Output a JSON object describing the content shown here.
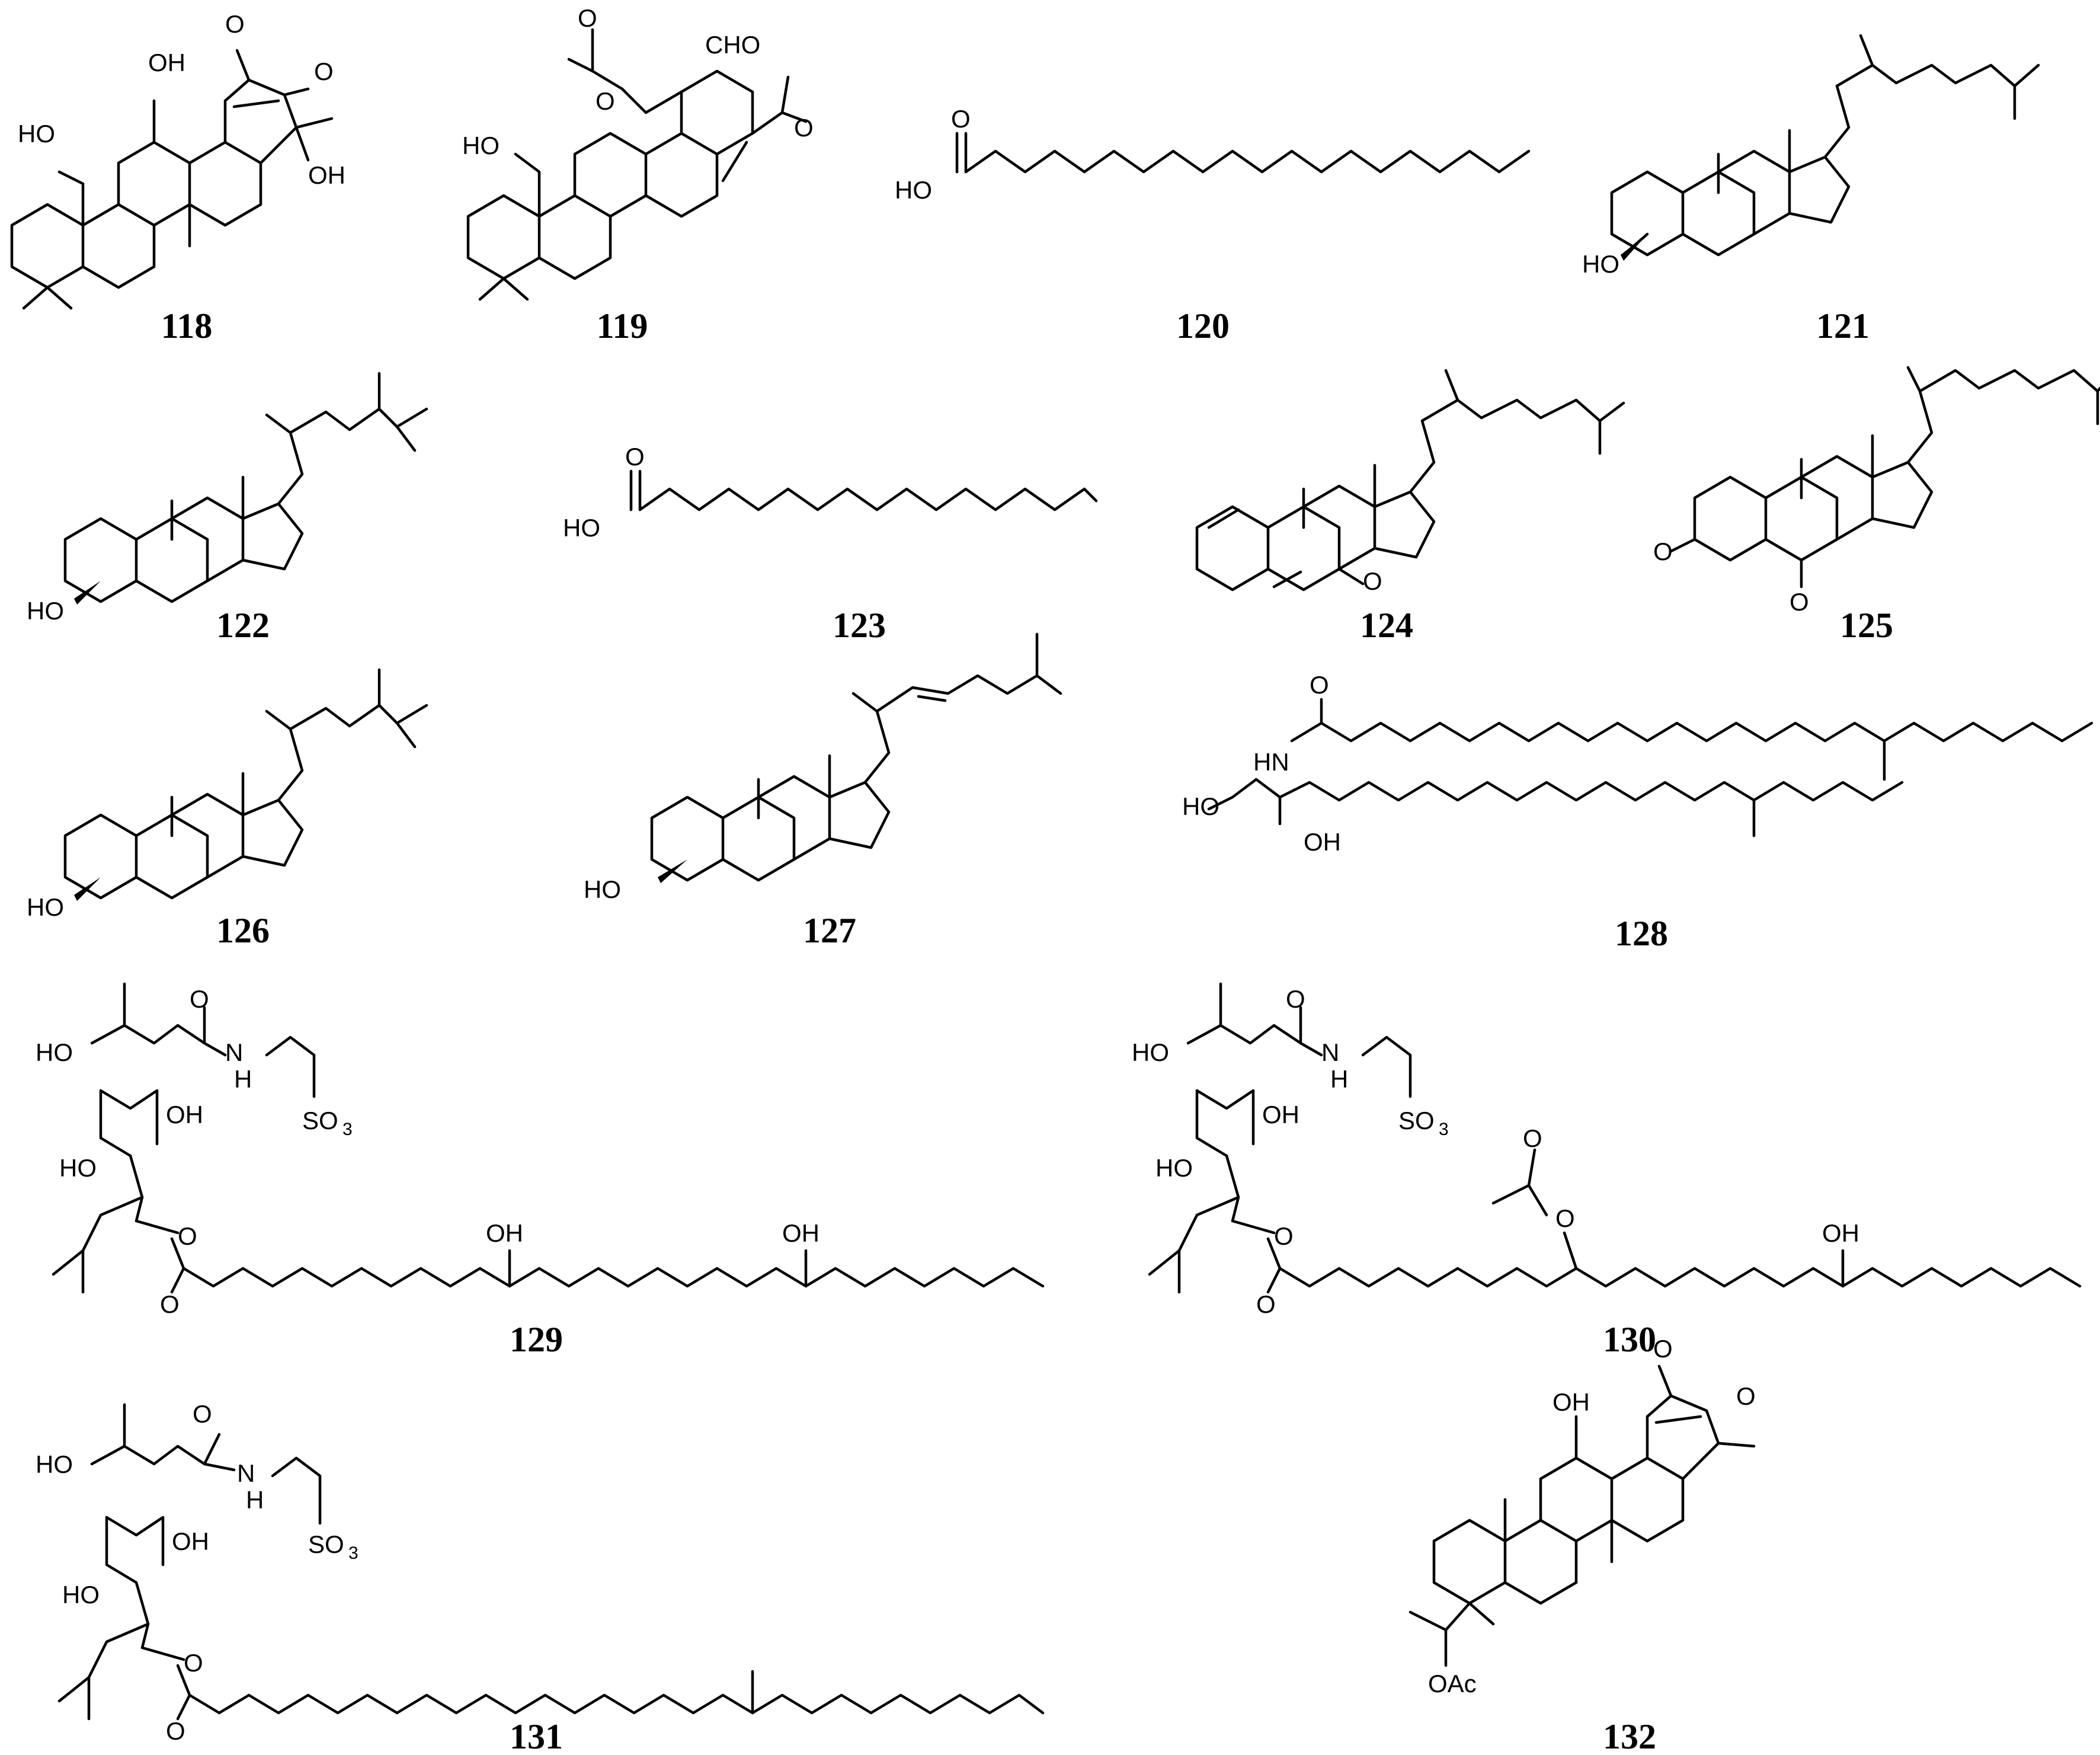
{
  "figure": {
    "compounds": [
      {
        "id": "118",
        "label": "118",
        "atoms": [
          "OH",
          "HO",
          "O",
          "O",
          "OH"
        ]
      },
      {
        "id": "119",
        "label": "119",
        "atoms": [
          "O",
          "O",
          "CHO",
          "HO",
          "O"
        ]
      },
      {
        "id": "120",
        "label": "120",
        "atoms": [
          "O",
          "HO"
        ]
      },
      {
        "id": "121",
        "label": "121",
        "atoms": [
          "HO"
        ]
      },
      {
        "id": "122",
        "label": "122",
        "atoms": [
          "HO"
        ]
      },
      {
        "id": "123",
        "label": "123",
        "atoms": [
          "O",
          "HO"
        ]
      },
      {
        "id": "124",
        "label": "124",
        "atoms": [
          "O"
        ]
      },
      {
        "id": "125",
        "label": "125",
        "atoms": [
          "O",
          "O"
        ]
      },
      {
        "id": "126",
        "label": "126",
        "atoms": [
          "HO"
        ]
      },
      {
        "id": "127",
        "label": "127",
        "atoms": [
          "HO"
        ]
      },
      {
        "id": "128",
        "label": "128",
        "atoms": [
          "O",
          "HN",
          "HO",
          "OH"
        ]
      },
      {
        "id": "129",
        "label": "129",
        "atoms": [
          "O",
          "HO",
          "N",
          "H",
          "OH",
          "SO",
          "3",
          "HO",
          "O",
          "O",
          "OH",
          "OH"
        ]
      },
      {
        "id": "130",
        "label": "130",
        "atoms": [
          "O",
          "HO",
          "N",
          "H",
          "OH",
          "SO",
          "3",
          "HO",
          "O",
          "O",
          "O",
          "O",
          "OH"
        ]
      },
      {
        "id": "131",
        "label": "131",
        "atoms": [
          "O",
          "HO",
          "N",
          "H",
          "OH",
          "SO",
          "3",
          "HO",
          "O",
          "O"
        ]
      },
      {
        "id": "132",
        "label": "132",
        "atoms": [
          "O",
          "OH",
          "O",
          "OAc"
        ]
      }
    ]
  }
}
